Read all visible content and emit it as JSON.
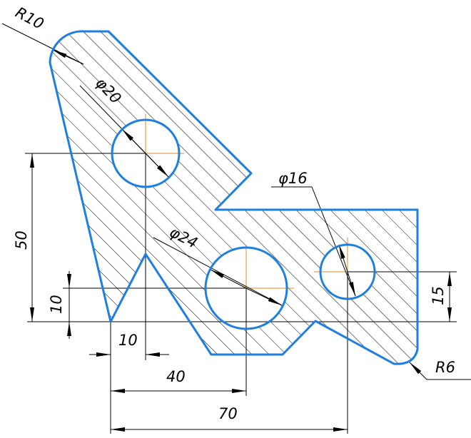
{
  "drawing": {
    "dimensions": {
      "r_top": "R10",
      "dia_small_top": "φ20",
      "dia_large": "φ24",
      "dia_right": "φ16",
      "r_bottom": "R6",
      "height_50": "50",
      "height_10": "10",
      "height_15": "15",
      "width_10": "10",
      "width_40": "40",
      "width_70": "70"
    },
    "colors": {
      "outline": "#1e7fe0",
      "centerline": "#e08a1e",
      "dimension": "#000000"
    }
  }
}
